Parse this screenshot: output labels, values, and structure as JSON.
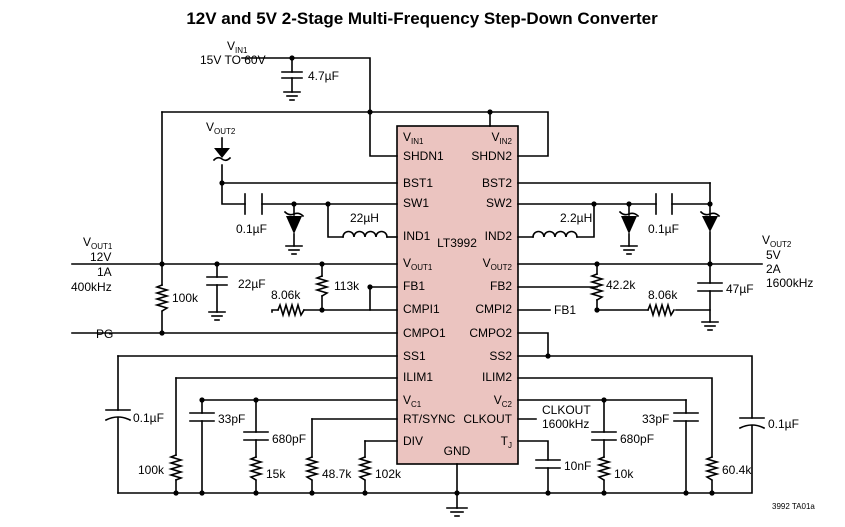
{
  "title": "12V and 5V 2-Stage Multi-Frequency Step-Down Converter",
  "chip": {
    "name": "LT3992",
    "left_pins": [
      {
        "main": "V",
        "sub": "IN1"
      },
      {
        "main": "SHDN1",
        "sub": ""
      },
      {
        "main": "BST1",
        "sub": ""
      },
      {
        "main": "SW1",
        "sub": ""
      },
      {
        "main": "IND1",
        "sub": ""
      },
      {
        "main": "V",
        "sub": "OUT1"
      },
      {
        "main": "FB1",
        "sub": ""
      },
      {
        "main": "CMPI1",
        "sub": ""
      },
      {
        "main": "CMPO1",
        "sub": ""
      },
      {
        "main": "SS1",
        "sub": ""
      },
      {
        "main": "ILIM1",
        "sub": ""
      },
      {
        "main": "V",
        "sub": "C1"
      },
      {
        "main": "RT/SYNC",
        "sub": ""
      },
      {
        "main": "DIV",
        "sub": ""
      }
    ],
    "right_pins": [
      {
        "main": "V",
        "sub": "IN2"
      },
      {
        "main": "SHDN2",
        "sub": ""
      },
      {
        "main": "BST2",
        "sub": ""
      },
      {
        "main": "SW2",
        "sub": ""
      },
      {
        "main": "IND2",
        "sub": ""
      },
      {
        "main": "V",
        "sub": "OUT2"
      },
      {
        "main": "FB2",
        "sub": ""
      },
      {
        "main": "CMPI2",
        "sub": ""
      },
      {
        "main": "CMPO2",
        "sub": ""
      },
      {
        "main": "SS2",
        "sub": ""
      },
      {
        "main": "ILIM2",
        "sub": ""
      },
      {
        "main": "V",
        "sub": "C2"
      },
      {
        "main": "CLKOUT",
        "sub": ""
      },
      {
        "main": "T",
        "sub": "J"
      }
    ],
    "bottom_pin": "GND"
  },
  "vin": {
    "main": "V",
    "sub": "IN1",
    "range": "15V TO 60V"
  },
  "vout1": {
    "main": "V",
    "sub": "OUT1",
    "voltage": "12V",
    "current": "1A",
    "freq": "400kHz"
  },
  "vout2": {
    "main": "V",
    "sub": "OUT2",
    "voltage": "5V",
    "current": "2A",
    "freq": "1600kHz"
  },
  "vout2_top": {
    "main": "V",
    "sub": "OUT2"
  },
  "pg_label": "PG",
  "fb1_label": "FB1",
  "clkout": {
    "line1": "CLKOUT",
    "line2": "1600kHz"
  },
  "components": {
    "c_in": "4.7µF",
    "c_bst1": "0.1µF",
    "l1": "22µH",
    "l2": "2.2µH",
    "c_bst2": "0.1µF",
    "c_out1": "22µF",
    "r_fb1_top": "113k",
    "r_cmp1": "8.06k",
    "r_pg": "100k",
    "r_fb2": "42.2k",
    "r_cmp2": "8.06k",
    "c_out2": "47µF",
    "c_ss1": "0.1µF",
    "c_vc1a": "33pF",
    "c_vc1b": "680pF",
    "r_vc1": "15k",
    "r_ilim1": "100k",
    "r_rt": "48.7k",
    "r_div": "102k",
    "c_tj": "10nF",
    "c_vc2a": "33pF",
    "c_vc2b": "680pF",
    "r_vc2": "10k",
    "r_ilim2": "60.4k",
    "c_ss2": "0.1µF"
  },
  "figure_id": "3992 TA01a",
  "colors": {
    "chip_fill": "#ebc4c0",
    "wire": "#000000"
  }
}
